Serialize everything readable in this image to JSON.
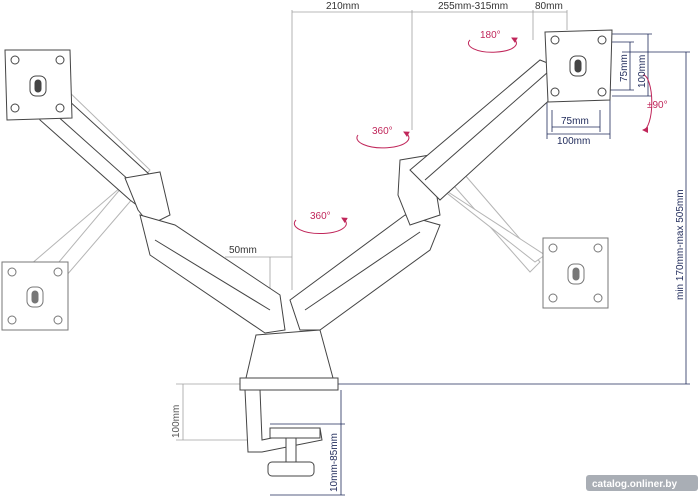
{
  "dimensions": {
    "top_spread": "210mm",
    "arm_reach": "255mm-315mm",
    "head_offset": "80mm",
    "pivot_offset": "50mm",
    "vesa_h_inner": "75mm",
    "vesa_h_outer": "100mm",
    "vesa_v_inner": "75mm",
    "vesa_v_outer": "100mm",
    "height_range": "min 170mm-max 505mm",
    "clamp_depth": "100mm",
    "desk_thickness": "10mm-85mm"
  },
  "rotations": {
    "tilt": "180°",
    "swivel_upper": "360°",
    "swivel_lower": "360°",
    "rotate": "±90°"
  },
  "watermark": "catalog.onliner.by",
  "colors": {
    "accent": "#c0265a",
    "dimension_line": "#1f2a5a",
    "guide_line": "#999999",
    "outline": "#444444"
  }
}
